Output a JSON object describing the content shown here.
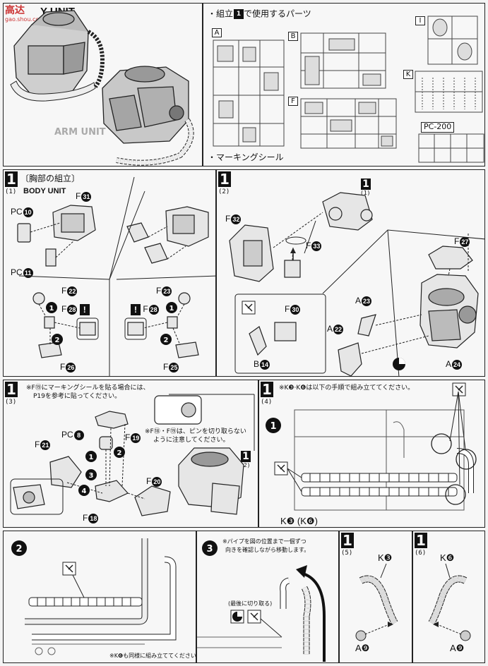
{
  "header": {
    "logo_text": "高达",
    "logo_url": "gao.shou.com",
    "section_title": "Y UNIT",
    "arm_unit": "ARM UNIT"
  },
  "parts": {
    "heading": "・組立",
    "heading_num": "1",
    "heading_rest": "で使用するパーツ",
    "runners": [
      "A",
      "B",
      "F",
      "I",
      "K"
    ],
    "pc_label": "PC-200",
    "marking": "・マーキングシール"
  },
  "step1_1": {
    "num": "1",
    "sub": "(1)",
    "title": "〔胸部の組立〕",
    "subtitle": "BODY UNIT",
    "labels": [
      "F",
      "PC",
      "PC",
      "F",
      "F",
      "F",
      "F",
      "F",
      "F"
    ],
    "nums": [
      "31",
      "10",
      "11",
      "22",
      "28",
      "26",
      "23",
      "28",
      "25"
    ]
  },
  "step1_2": {
    "num": "1",
    "sub": "(2)",
    "ref_num": "1",
    "ref_sub": "(1)",
    "labels": [
      "F",
      "F",
      "F",
      "F",
      "A",
      "A",
      "A",
      "B"
    ],
    "nums": [
      "32",
      "33",
      "30",
      "27",
      "23",
      "22",
      "24",
      "14"
    ]
  },
  "step1_3": {
    "num": "1",
    "sub": "(3)",
    "note1": "※F⑲にマーキングシールを貼る場合には、",
    "note2": "P19を参考に貼ってください。",
    "note3": "※F⑱・F⑲は、ピンを切り取らない",
    "note4": "ように注意してください。",
    "labels": [
      "PC",
      "F",
      "F",
      "F",
      "F"
    ],
    "nums": [
      "8",
      "21",
      "19",
      "20",
      "18"
    ],
    "ref_num": "1",
    "ref_sub": "(2)"
  },
  "step1_4": {
    "num": "1",
    "sub": "(4)",
    "note": "※K❸·K❻は以下の手順で組み立ててください。",
    "label": "K❸ (K❻)"
  },
  "step2": {
    "note": "※K❻も同様に組み立ててください。"
  },
  "step3": {
    "note1": "※パイプを図の位置まで一個ずつ",
    "note2": "向きを確認しながら移動します。",
    "cut_label": "(最後に切り取る)"
  },
  "step1_5": {
    "num": "1",
    "sub": "(5)",
    "top": "K❸",
    "bottom": "A❾"
  },
  "step1_6": {
    "num": "1",
    "sub": "(6)",
    "top": "K❻",
    "bottom": "A❾"
  }
}
